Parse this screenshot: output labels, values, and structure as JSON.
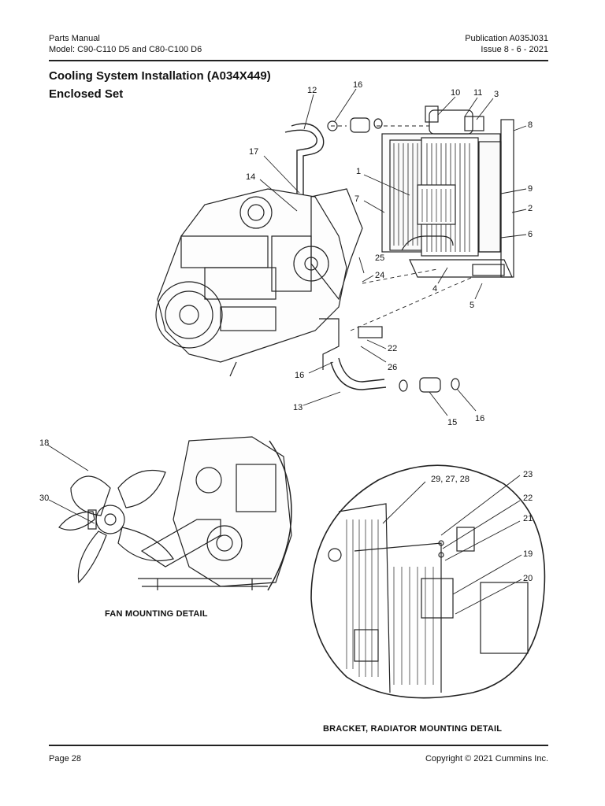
{
  "header": {
    "left_line1": "Parts Manual",
    "left_line2": "Model: C90-C110 D5 and C80-C100 D6",
    "right_line1": "Publication A035J031",
    "right_line2": "Issue 8 - 6 - 2021"
  },
  "title": {
    "main": "Cooling System Installation (A034X449)",
    "sub": "Enclosed Set"
  },
  "callouts": {
    "c12": "12",
    "c16a": "16",
    "c10": "10",
    "c11": "11",
    "c3": "3",
    "c8": "8",
    "c17": "17",
    "c14": "14",
    "c1": "1",
    "c7": "7",
    "c9": "9",
    "c2": "2",
    "c6": "6",
    "c25": "25",
    "c24": "24",
    "c4": "4",
    "c5": "5",
    "c22a": "22",
    "c26": "26",
    "c16b": "16",
    "c13": "13",
    "c15": "15",
    "c16c": "16",
    "c18": "18",
    "c30": "30",
    "c29": "29, 27, 28",
    "c23": "23",
    "c22b": "22",
    "c21": "21",
    "c19": "19",
    "c20": "20"
  },
  "captions": {
    "fan": "FAN MOUNTING DETAIL",
    "bracket": "BRACKET, RADIATOR MOUNTING DETAIL"
  },
  "footer": {
    "page": "Page 28",
    "copyright": "Copyright © 2021 Cummins Inc."
  }
}
